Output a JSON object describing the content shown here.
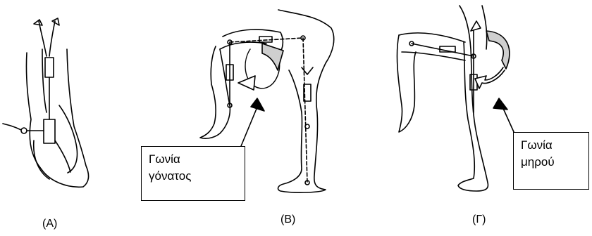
{
  "panels": {
    "a": {
      "label": "(A)"
    },
    "b": {
      "label": "(B)"
    },
    "c": {
      "label": "(Γ)"
    }
  },
  "callouts": {
    "knee": {
      "line1": "Γωνία",
      "line2": "γόνατος"
    },
    "hip": {
      "line1": "Γωνία",
      "line2": "μηρού"
    }
  },
  "colors": {
    "stroke": "#000000",
    "arrow_fill": "#cfcfcf",
    "background": "#ffffff"
  }
}
